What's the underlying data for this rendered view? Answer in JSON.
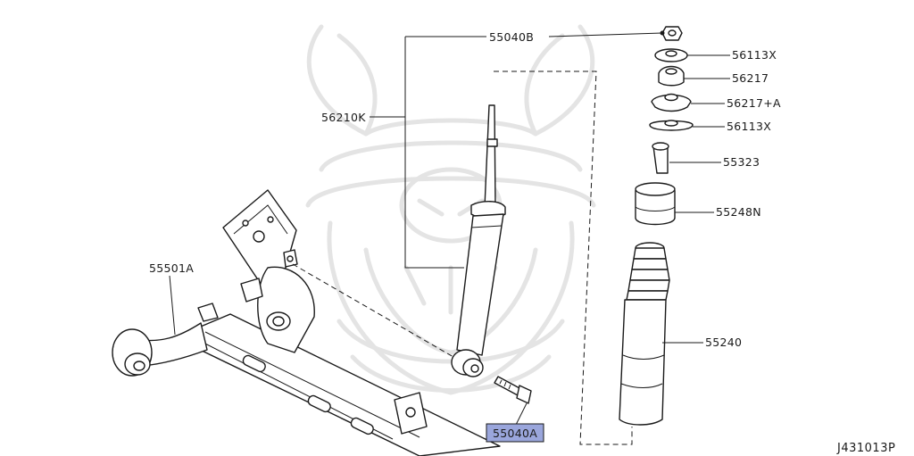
{
  "diagram": {
    "reference_code": "J431013P",
    "highlight_color": "#9aa6dc",
    "labels": [
      {
        "id": "55040B",
        "text": "55040B"
      },
      {
        "id": "56210K",
        "text": "56210K"
      },
      {
        "id": "55501A",
        "text": "55501A"
      },
      {
        "id": "56113X_top",
        "text": "56113X"
      },
      {
        "id": "56217",
        "text": "56217"
      },
      {
        "id": "56217A",
        "text": "56217+A"
      },
      {
        "id": "56113X_bottom",
        "text": "56113X"
      },
      {
        "id": "55323",
        "text": "55323"
      },
      {
        "id": "55248N",
        "text": "55248N"
      },
      {
        "id": "55240",
        "text": "55240"
      },
      {
        "id": "55040A",
        "text": "55040A",
        "highlighted": true
      }
    ]
  }
}
